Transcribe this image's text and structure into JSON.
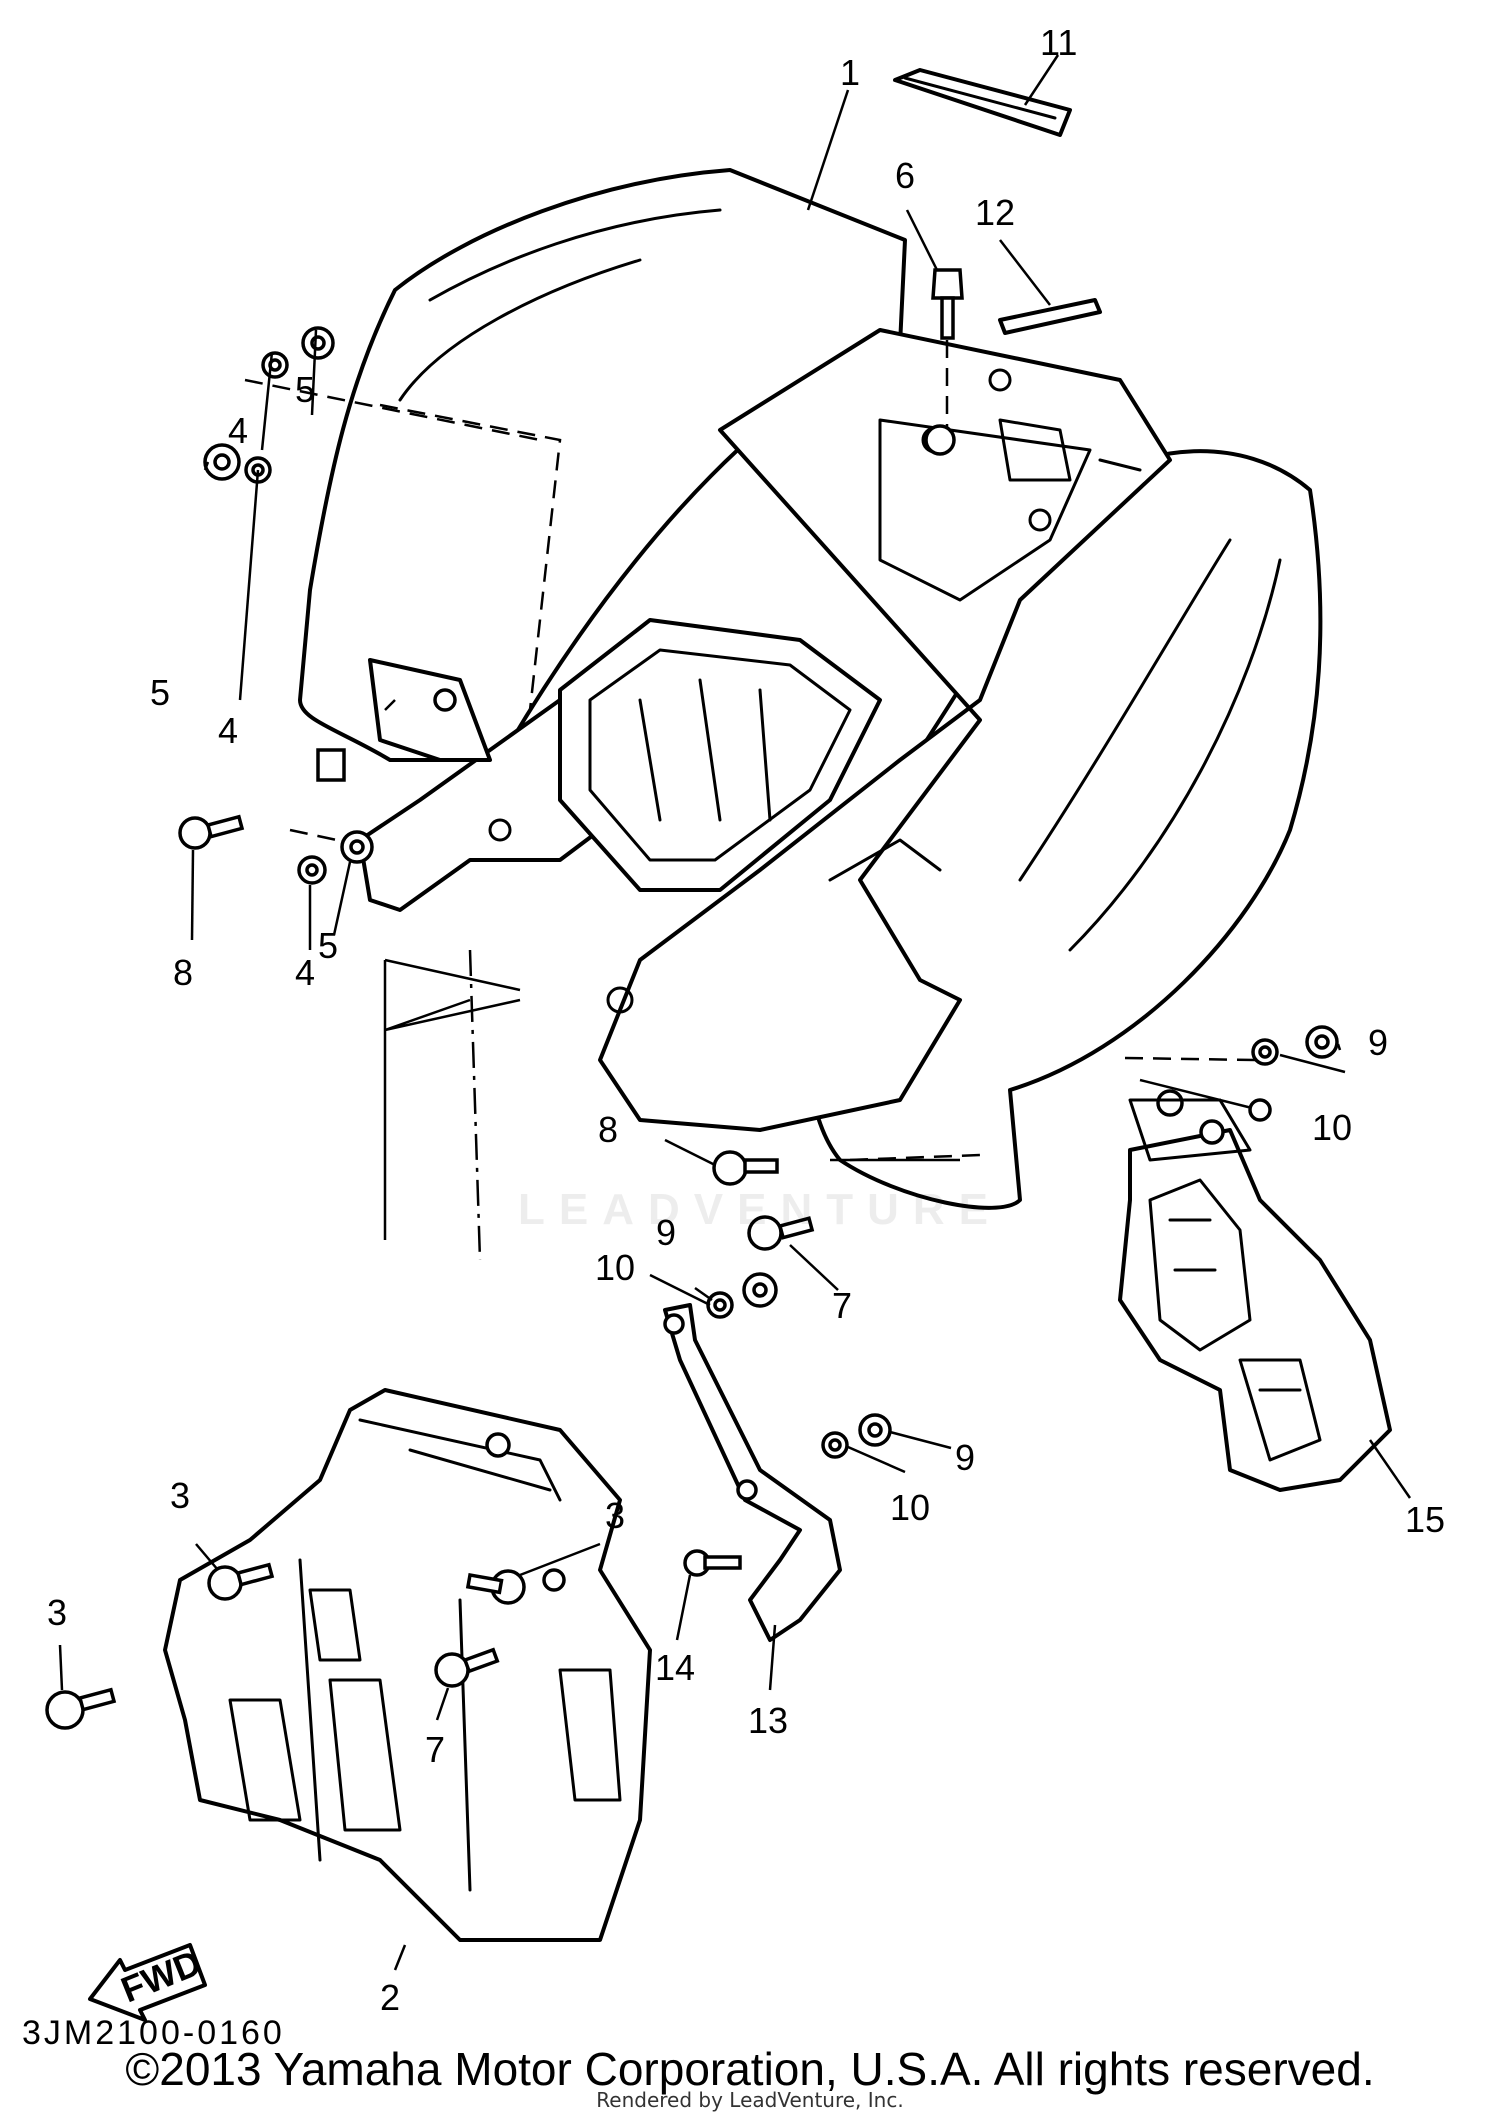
{
  "diagram": {
    "callouts": {
      "p1": "1",
      "p2": "2",
      "p3a": "3",
      "p3b": "3",
      "p3c": "3",
      "p4a": "4",
      "p4b": "4",
      "p4c": "4",
      "p5a": "5",
      "p5b": "5",
      "p5c": "5",
      "p6": "6",
      "p7a": "7",
      "p7b": "7",
      "p8a": "8",
      "p8b": "8",
      "p9a": "9",
      "p9b": "9",
      "p9c": "9",
      "p10a": "10",
      "p10b": "10",
      "p10c": "10",
      "p11": "11",
      "p12": "12",
      "p13": "13",
      "p14": "14",
      "p15": "15"
    },
    "direction_label": "FWD",
    "diagram_code": "3JM2100-0160",
    "watermark": "LEADVENTURE"
  },
  "footer": {
    "copyright": "©2013 Yamaha Motor Corporation, U.S.A. All rights reserved.",
    "rendered_by": "Rendered by LeadVenture, Inc."
  }
}
